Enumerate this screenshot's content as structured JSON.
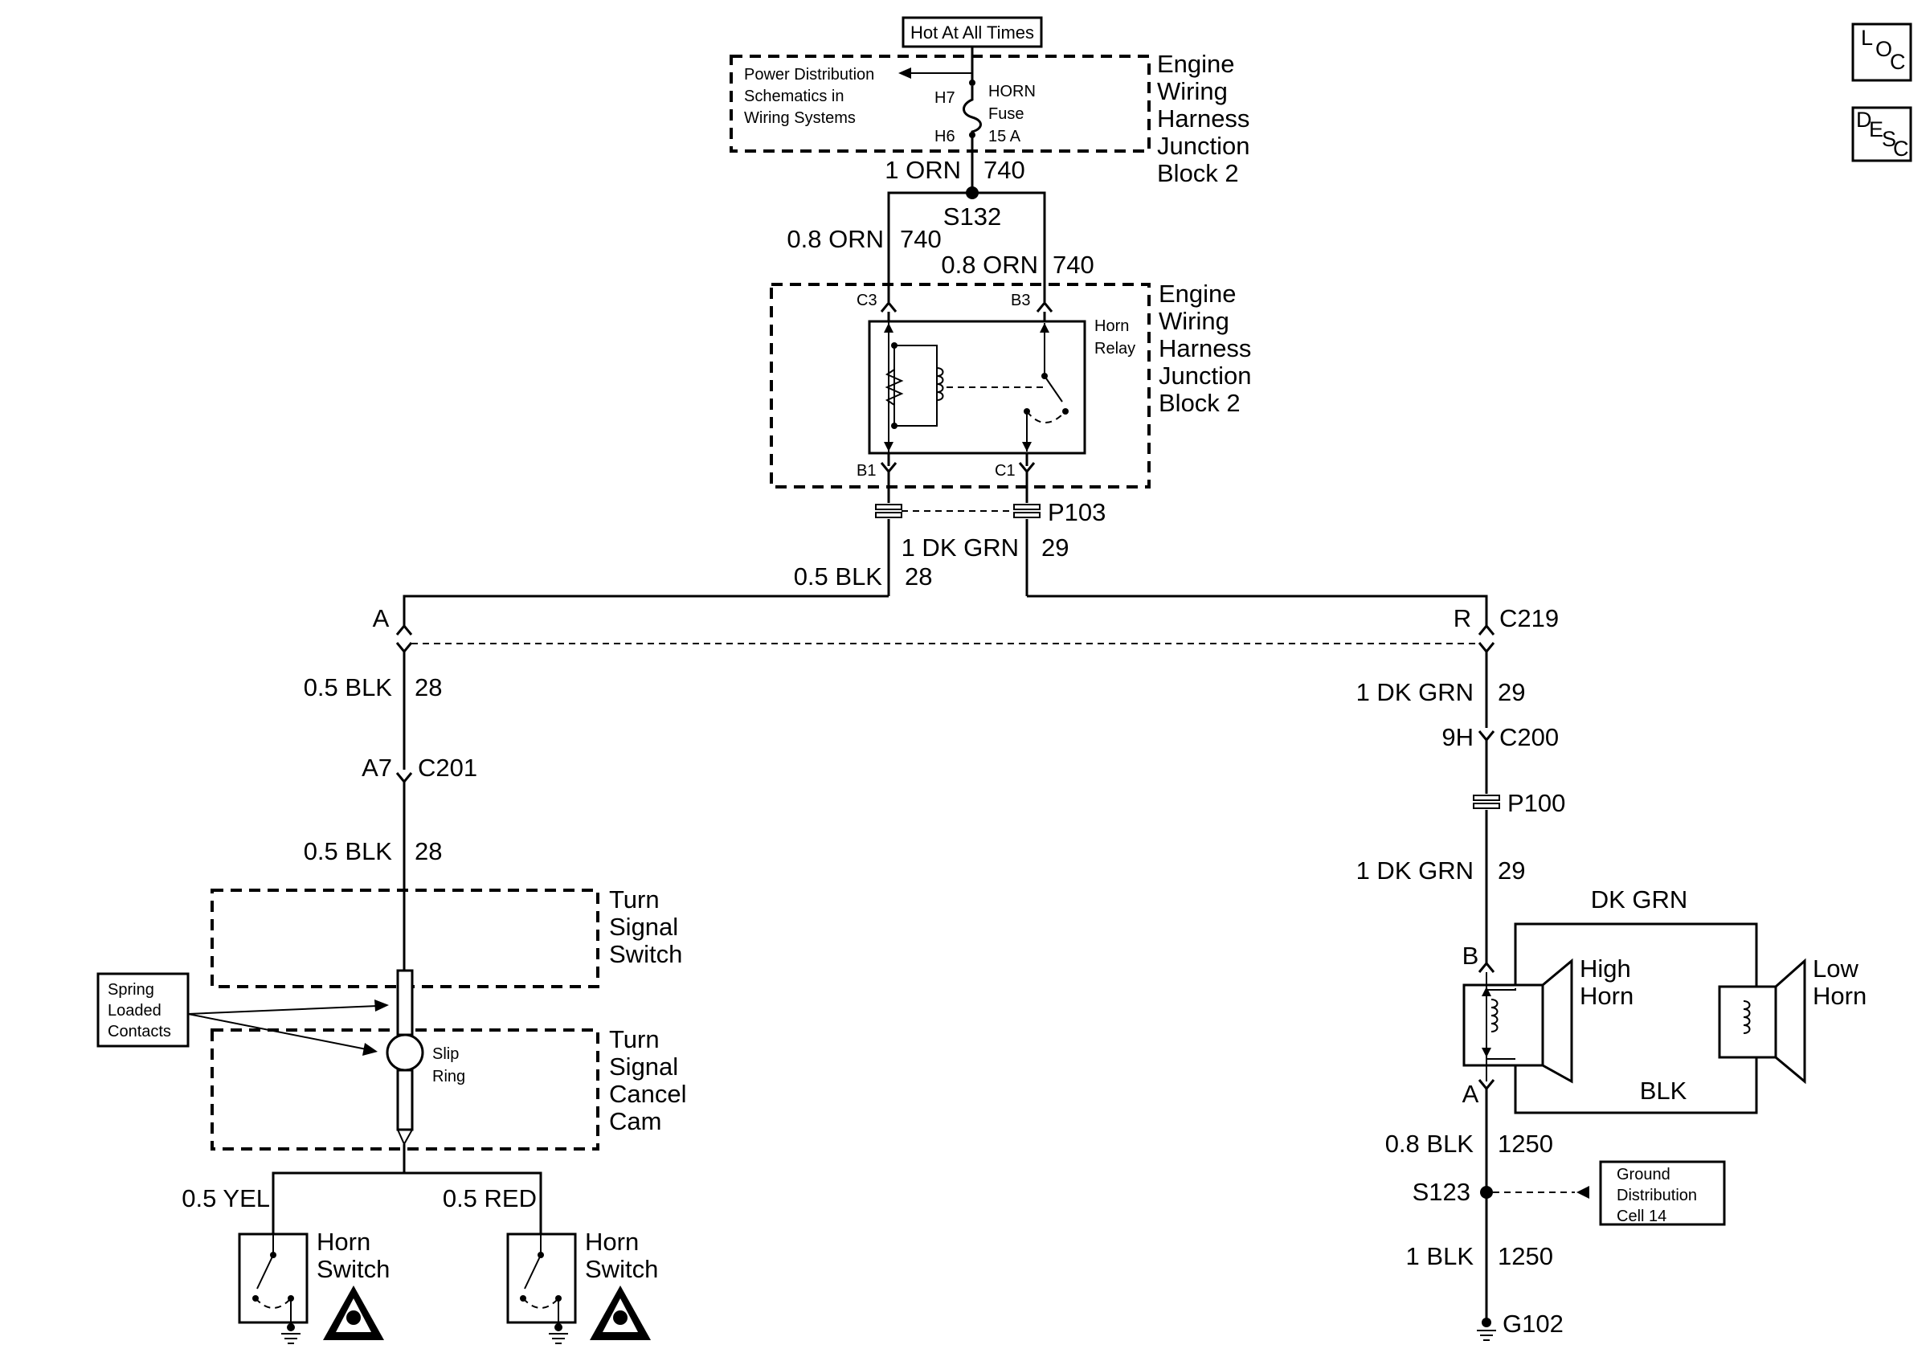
{
  "power": {
    "hot_label": "Hot At All Times",
    "pd_note": [
      "Power Distribution",
      "Schematics in",
      "Wiring Systems"
    ],
    "fuse_top_pin": "H7",
    "fuse_bottom_pin": "H6",
    "fuse_name": [
      "HORN",
      "Fuse",
      "15 A"
    ],
    "block_name": [
      "Engine",
      "Wiring",
      "Harness",
      "Junction",
      "Block 2"
    ]
  },
  "upper": {
    "wire_gauge": "1 ORN",
    "wire_circuit": "740",
    "splice": "S132",
    "left_branch_gauge": "0.8 ORN",
    "left_branch_circuit": "740",
    "right_branch_gauge": "0.8 ORN",
    "right_branch_circuit": "740"
  },
  "relay": {
    "pin_c3": "C3",
    "pin_b3": "B3",
    "pin_b1": "B1",
    "pin_c1": "C1",
    "name": [
      "Horn",
      "Relay"
    ],
    "block_name": [
      "Engine",
      "Wiring",
      "Harness",
      "Junction",
      "Block 2"
    ],
    "plug": "P103"
  },
  "mid": {
    "dkgrn_gauge": "1 DK GRN",
    "dkgrn_circuit": "29",
    "blk_gauge": "0.5 BLK",
    "blk_circuit": "28",
    "conn_left_pin": "A",
    "conn_right_pin": "R",
    "conn_name": "C219"
  },
  "left": {
    "wire1_gauge": "0.5 BLK",
    "wire1_circuit": "28",
    "c201_pin": "A7",
    "c201_name": "C201",
    "wire2_gauge": "0.5 BLK",
    "wire2_circuit": "28",
    "turn_switch": [
      "Turn",
      "Signal",
      "Switch"
    ],
    "cancel_cam": [
      "Turn",
      "Signal",
      "Cancel",
      "Cam"
    ],
    "spring_note": [
      "Spring",
      "Loaded",
      "Contacts"
    ],
    "slip_ring": [
      "Slip",
      "Ring"
    ],
    "yel_label": "0.5 YEL",
    "red_label": "0.5 RED",
    "horn_switch": [
      "Horn",
      "Switch"
    ]
  },
  "right": {
    "wire1_gauge": "1 DK GRN",
    "wire1_circuit": "29",
    "c200_pin": "9H",
    "c200_name": "C200",
    "p100": "P100",
    "wire2_gauge": "1 DK GRN",
    "wire2_circuit": "29",
    "dkgrn_top": "DK GRN",
    "blk_bottom": "BLK",
    "pin_b": "B",
    "pin_a": "A",
    "high_horn": [
      "High",
      "Horn"
    ],
    "low_horn": [
      "Low",
      "Horn"
    ],
    "wire3_gauge": "0.8 BLK",
    "wire3_circuit": "1250",
    "splice": "S123",
    "ground_note": [
      "Ground",
      "Distribution",
      "Cell 14"
    ],
    "wire4_gauge": "1 BLK",
    "wire4_circuit": "1250",
    "ground": "G102"
  },
  "badges": {
    "loc": [
      "L",
      "O",
      "C"
    ],
    "desc": [
      "D",
      "E",
      "S",
      "C"
    ]
  }
}
